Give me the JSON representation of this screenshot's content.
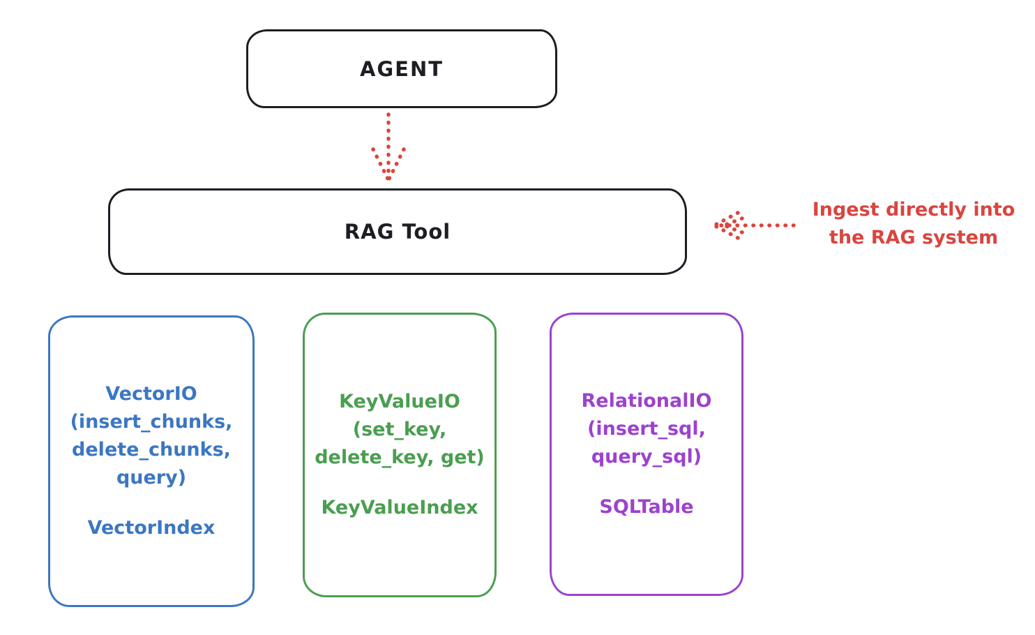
{
  "agent": {
    "label": "AGENT"
  },
  "rag_tool": {
    "label": "RAG Tool"
  },
  "annotation": {
    "line1": "Ingest directly into",
    "line2": "the RAG system"
  },
  "stores": [
    {
      "name": "vector-io",
      "color": "#3b77c2",
      "lines": [
        "VectorIO",
        "(insert_chunks,",
        "delete_chunks,",
        "query)"
      ],
      "index_label": "VectorIndex"
    },
    {
      "name": "keyvalue-io",
      "color": "#4a9e50",
      "lines": [
        "KeyValueIO",
        "(set_key,",
        "delete_key, get)"
      ],
      "index_label": "KeyValueIndex"
    },
    {
      "name": "relational-io",
      "color": "#9c42ce",
      "lines": [
        "RelationalIO",
        "(insert_sql,",
        "query_sql)"
      ],
      "index_label": "SQLTable"
    }
  ],
  "colors": {
    "black": "#1d1d24",
    "red": "#d9453f",
    "blue": "#3b77c2",
    "green": "#4a9e50",
    "purple": "#9c42ce",
    "background": "#ffffff"
  }
}
